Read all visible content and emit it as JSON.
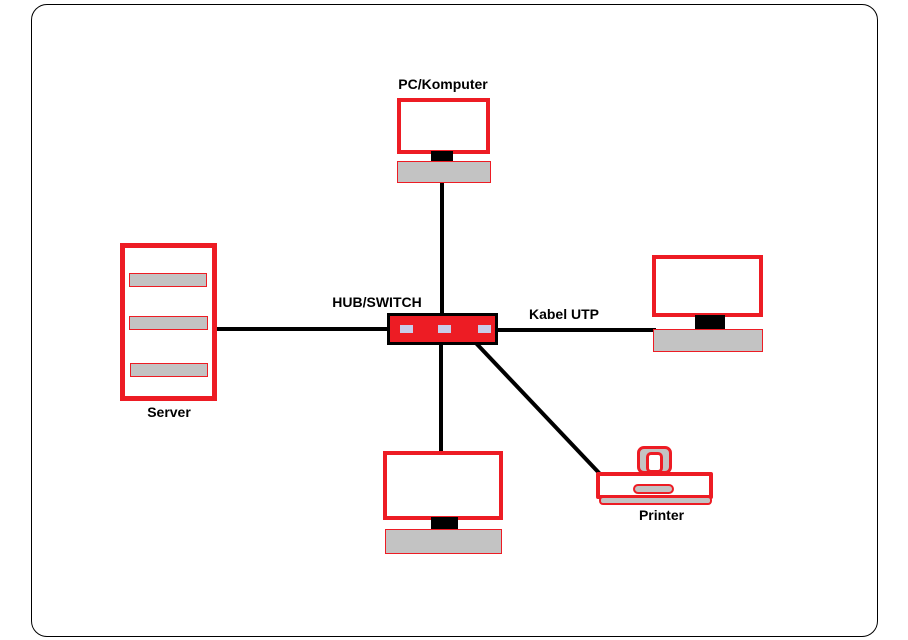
{
  "diagram": {
    "type": "star-network-topology",
    "labels": {
      "pc_komputer": "PC/Komputer",
      "hub_switch": "HUB/SWITCH",
      "kabel_utp": "Kabel UTP",
      "server": "Server",
      "printer": "Printer"
    },
    "nodes": [
      {
        "id": "pc-top",
        "label": "PC/Komputer",
        "kind": "computer-monitor"
      },
      {
        "id": "server",
        "label": "Server",
        "kind": "server-tower"
      },
      {
        "id": "hub",
        "label": "HUB/SWITCH",
        "kind": "hub-switch"
      },
      {
        "id": "monitor-right",
        "label": "",
        "kind": "computer-monitor"
      },
      {
        "id": "monitor-bottom",
        "label": "",
        "kind": "computer-monitor"
      },
      {
        "id": "printer",
        "label": "Printer",
        "kind": "printer"
      }
    ],
    "connections": [
      {
        "from": "pc-top",
        "to": "hub"
      },
      {
        "from": "server",
        "to": "hub"
      },
      {
        "from": "hub",
        "to": "monitor-right",
        "label": "Kabel UTP"
      },
      {
        "from": "hub",
        "to": "monitor-bottom"
      },
      {
        "from": "hub",
        "to": "printer"
      }
    ],
    "hub_port_count": 3
  },
  "colors": {
    "device_outline_red": "#ed1c24",
    "hub_fill_red": "#ed1c24",
    "device_fill_gray": "#c3c3c3",
    "hub_port_lavender": "#c9cce9",
    "cable_black": "#000000",
    "background_white": "#ffffff"
  }
}
